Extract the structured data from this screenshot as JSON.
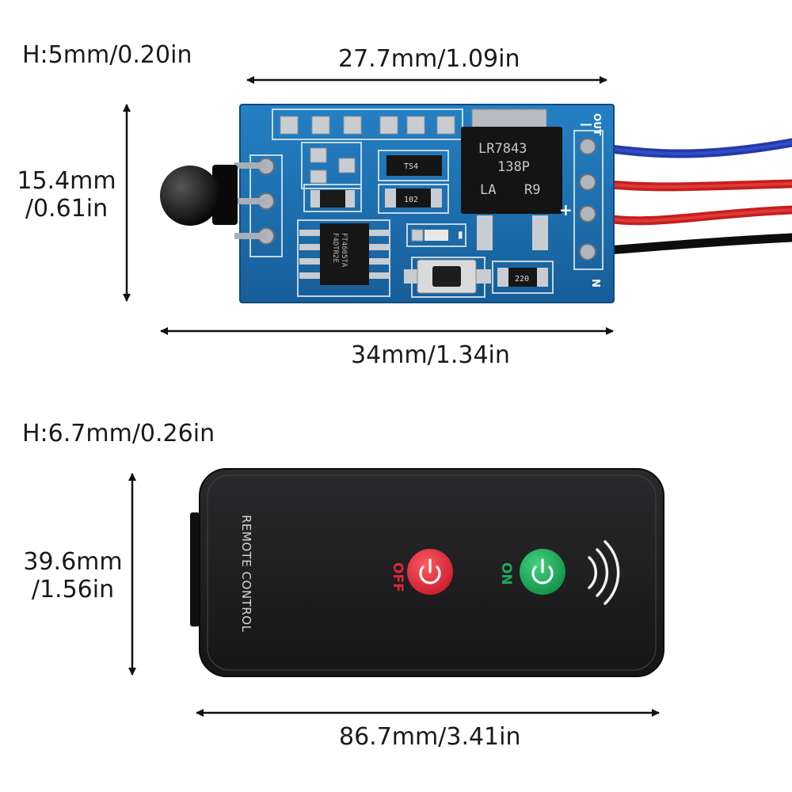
{
  "module": {
    "height_label": "H:5mm/0.20in",
    "inner_width_label": "27.7mm/1.09in",
    "height_side_label_line1": "15.4mm",
    "height_side_label_line2": "/0.61in",
    "width_label": "34mm/1.34in",
    "chip_regulator_line1": "LR7843",
    "chip_regulator_line2": "138P",
    "chip_regulator_line3": "LA",
    "chip_regulator_line4": "R9",
    "chip_soic_line1": "FT4605TA",
    "chip_soic_line2": "F4DTR2E",
    "pad_label_top": "TS4",
    "pad_label_mid": "102",
    "pad_label_bottom": "220",
    "silk_out": "OUT",
    "silk_n": "N",
    "silk_plus": "+",
    "silk_minus": "—",
    "wire_colors": [
      "#2a3fc2",
      "#d42424",
      "#d42424",
      "#111111"
    ],
    "pcb_color": "#1b6fb0"
  },
  "remote": {
    "height_label": "H:6.7mm/0.26in",
    "height_side_label_line1": "39.6mm",
    "height_side_label_line2": "/1.56in",
    "width_label": "86.7mm/3.41in",
    "brand_text": "REMOTE CONTROL",
    "off_label": "OFF",
    "on_label": "ON",
    "off_color": "#e0263a",
    "on_color": "#1eaa5a",
    "body_color": "#1c1c1e"
  }
}
